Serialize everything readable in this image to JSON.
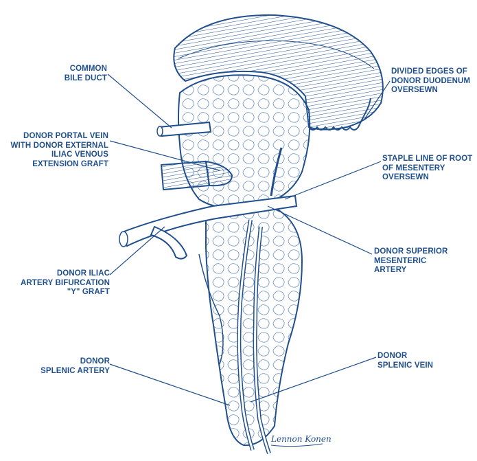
{
  "colors": {
    "ink": "#1f4f8c",
    "ink_light": "#6b8fc0",
    "paper": "#ffffff"
  },
  "labels": {
    "common_bile_duct": [
      "COMMON",
      "BILE DUCT"
    ],
    "donor_portal_vein": [
      "DONOR PORTAL VEIN",
      "WITH DONOR EXTERNAL",
      "ILIAC VENOUS",
      "EXTENSION GRAFT"
    ],
    "donor_iliac_artery": [
      "DONOR ILIAC",
      "ARTERY BIFURCATION",
      "\"Y\" GRAFT"
    ],
    "donor_splenic_artery": [
      "DONOR",
      "SPLENIC ARTERY"
    ],
    "divided_edges": [
      "DIVIDED EDGES OF",
      "DONOR DUODENUM",
      "OVERSEWN"
    ],
    "staple_line": [
      "STAPLE LINE OF ROOT",
      "OF MESENTERY",
      "OVERSEWN"
    ],
    "donor_sma": [
      "DONOR SUPERIOR",
      "MESENTERIC",
      "ARTERY"
    ],
    "donor_splenic_vein": [
      "DONOR",
      "SPLENIC VEIN"
    ]
  },
  "signature": "Lennon Konen"
}
